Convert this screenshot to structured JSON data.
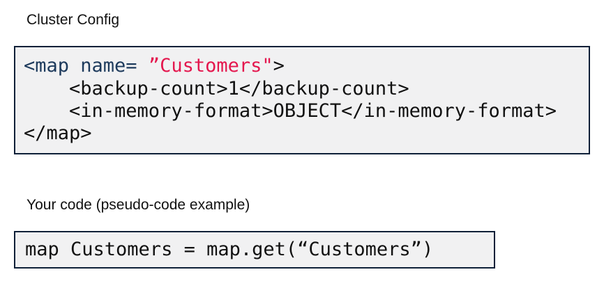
{
  "colors": {
    "page_background": "#ffffff",
    "code_block_background": "#f1f1f2",
    "code_block_border": "#0e2038",
    "xml_tag_navy": "#1d3a5c",
    "string_red": "#e4174e",
    "code_text_black": "#111111"
  },
  "sections": {
    "cluster_config": {
      "heading": "Cluster Config",
      "code": {
        "line1": {
          "tag_open": "<map name= ",
          "string_value": "”Customers\"",
          "tag_close": ">"
        },
        "line2": "    <backup-count>1</backup-count>",
        "line3": "    <in-memory-format>OBJECT</in-memory-format>",
        "line4": "</map>"
      }
    },
    "your_code": {
      "heading": "Your code (pseudo-code example)",
      "code_line": "map Customers = map.get(“Customers”)"
    }
  }
}
